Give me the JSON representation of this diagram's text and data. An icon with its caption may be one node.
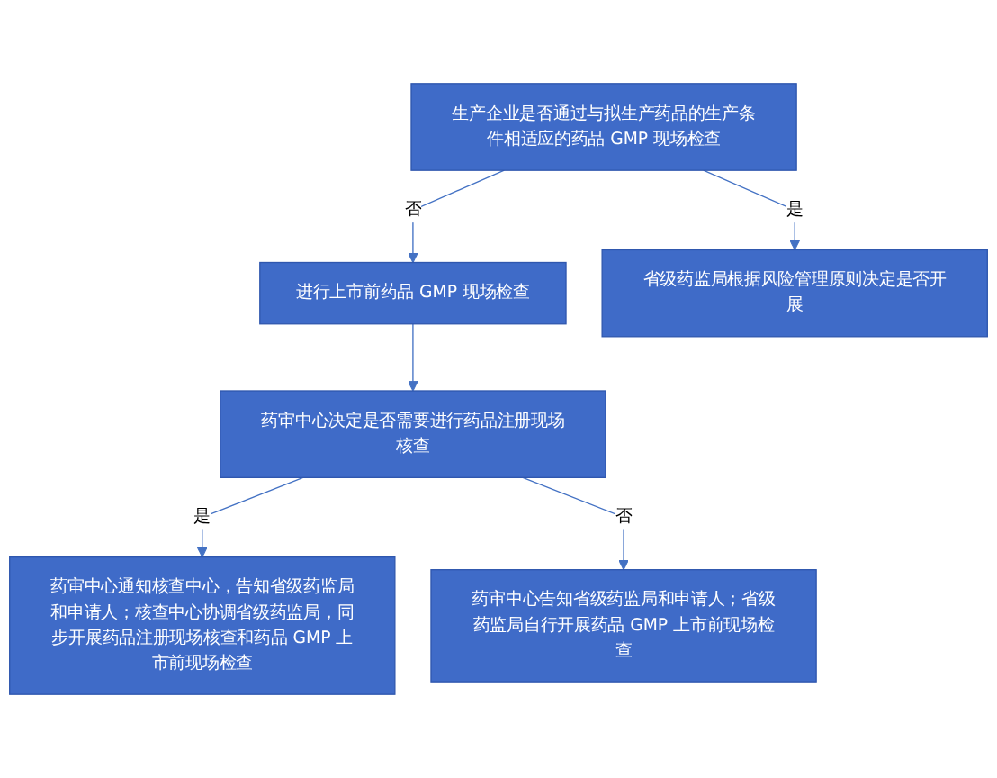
{
  "diagram": {
    "nodes": [
      {
        "text": [
          "生产企业是否通过与拟生产药品的生产条件相适应的药品 GMP 现场检查"
        ]
      },
      {
        "text": [
          "进行上市前药品 GMP 现场检查"
        ]
      },
      {
        "text": [
          "药审中心决定是否需要进行药品注册现场核查"
        ]
      },
      {
        "text": [
          "药审中心通知核查中心，告知省级药监局和申请人；核查中心协调省级药监局，同步开展药品注册现场核查和药品 GMP 上市前现场检查"
        ]
      },
      {
        "text": [
          "药审中心告知省级药监局和申请人；省级药监局自行开展药品 GMP 上市前现场检查"
        ]
      },
      {
        "text": [
          "省级药监局根据风险管理原则决定是否开展"
        ]
      }
    ],
    "edges": [
      {
        "from": 0,
        "to": 1,
        "arrow": "to",
        "label": "否"
      },
      {
        "from": 1,
        "to": 2,
        "arrow": "to"
      },
      {
        "from": 2,
        "to": 3,
        "arrow": "to",
        "label": "是"
      },
      {
        "from": 2,
        "to": 4,
        "arrow": "to",
        "label": "否"
      },
      {
        "from": 0,
        "to": 5,
        "arrow": "to",
        "label": "是"
      }
    ]
  }
}
